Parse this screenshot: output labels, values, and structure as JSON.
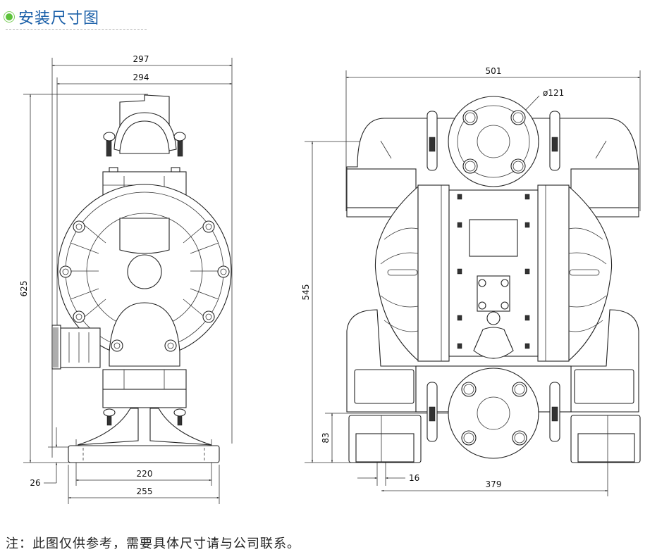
{
  "header": {
    "bullet_color": "#5cc23a",
    "title": "安装尺寸图",
    "title_color": "#1a5fa8"
  },
  "side_view": {
    "dimensions": {
      "overall_width": "297",
      "body_width": "294",
      "overall_height": "625",
      "base_thickness": "26",
      "bolt_spacing": "220",
      "base_width": "255"
    }
  },
  "front_view": {
    "dimensions": {
      "overall_width": "501",
      "flange_diameter": "ø121",
      "inlet_outlet_height": "545",
      "inlet_height": "83",
      "foot_hole": "16",
      "foot_spacing": "379"
    }
  },
  "footer": {
    "note": "注：此图仅供参考，需要具体尺寸请与公司联系。"
  }
}
